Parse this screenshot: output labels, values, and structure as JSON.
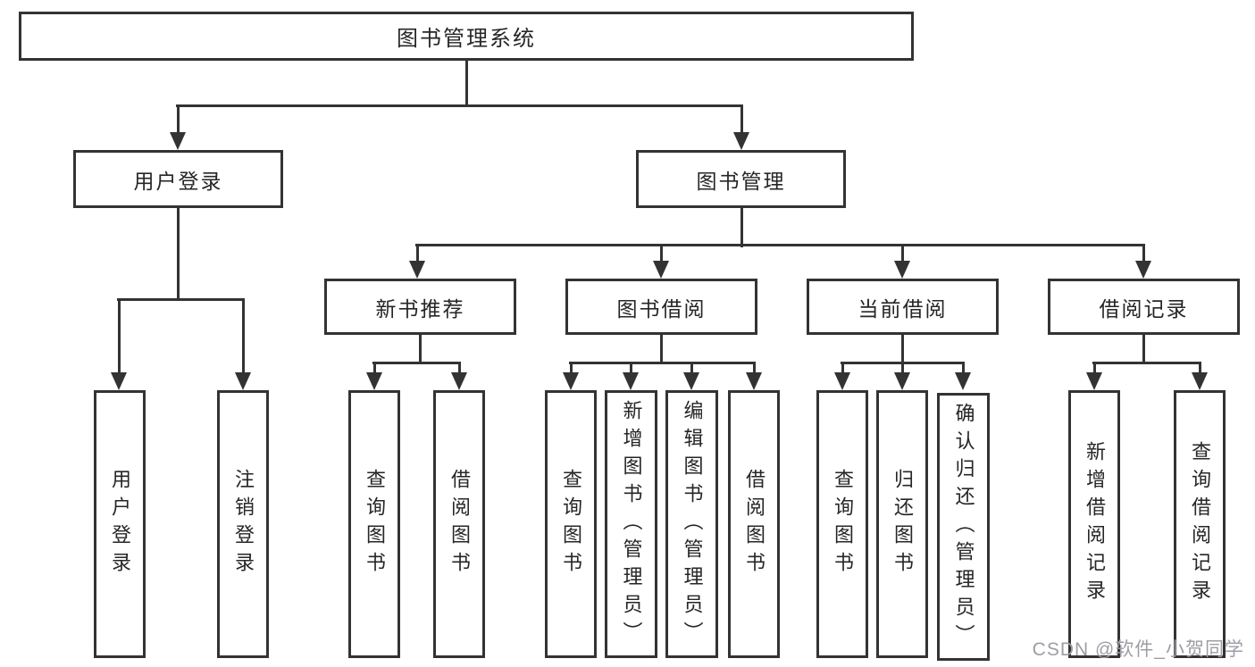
{
  "diagram": {
    "root": {
      "label": "图书管理系统"
    },
    "children": [
      {
        "label": "用户登录",
        "children": [
          {
            "label": "用户登录"
          },
          {
            "label": "注销登录"
          }
        ]
      },
      {
        "label": "图书管理",
        "children": [
          {
            "label": "新书推荐",
            "children": [
              {
                "label": "查询图书"
              },
              {
                "label": "借阅图书"
              }
            ]
          },
          {
            "label": "图书借阅",
            "children": [
              {
                "label": "查询图书"
              },
              {
                "label": "新增图书（管理员）"
              },
              {
                "label": "编辑图书（管理员）"
              },
              {
                "label": "借阅图书"
              }
            ]
          },
          {
            "label": "当前借阅",
            "children": [
              {
                "label": "查询图书"
              },
              {
                "label": "归还图书"
              },
              {
                "label": "确认归还（管理员）"
              }
            ]
          },
          {
            "label": "借阅记录",
            "children": [
              {
                "label": "新增借阅记录"
              },
              {
                "label": "查询借阅记录"
              }
            ]
          }
        ]
      }
    ]
  },
  "watermark": {
    "text": "CSDN @软件_小贺同学",
    "color": "#9d9da5"
  },
  "colors": {
    "line": "#333333",
    "text": "#262626",
    "background": "#ffffff"
  }
}
